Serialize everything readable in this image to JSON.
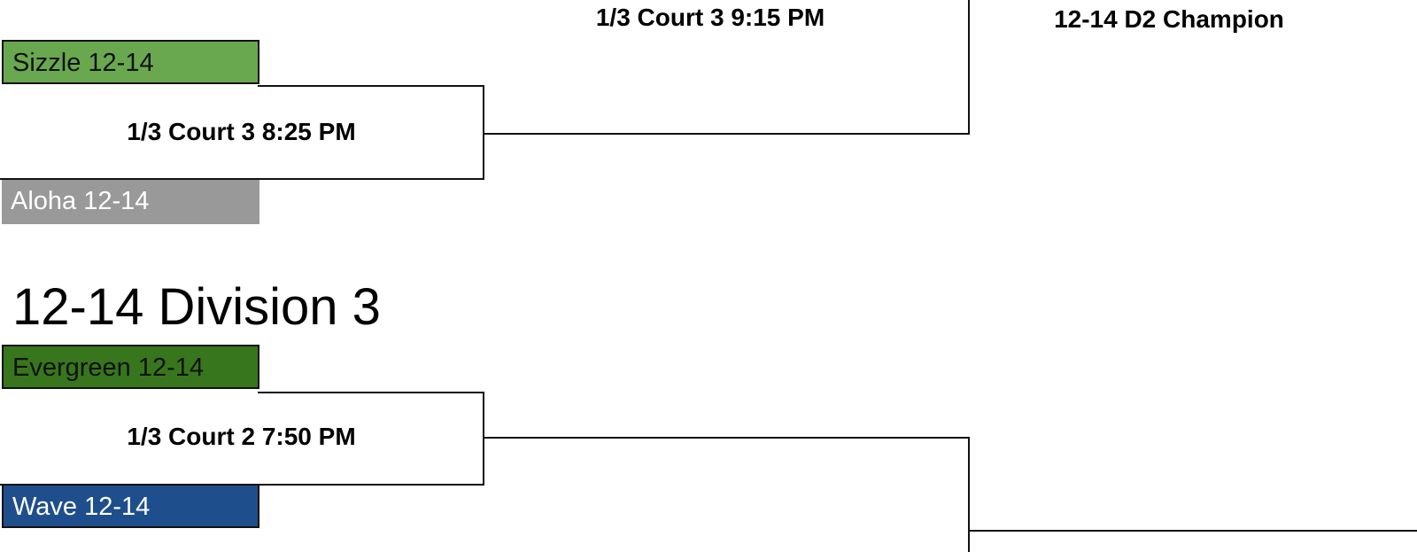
{
  "top_bracket": {
    "final_label": "1/3 Court 3 9:15 PM",
    "champion_label": "12-14 D2 Champion",
    "game_label": "1/3 Court 3 8:25 PM",
    "teams": [
      {
        "name": "Sizzle 12-14",
        "color": "#6aa84f",
        "text_color": "#111111"
      },
      {
        "name": "Aloha 12-14",
        "color": "#999999",
        "text_color": "#ffffff"
      }
    ]
  },
  "division3": {
    "title": "12-14 Division 3",
    "game_label": "1/3 Court 2 7:50 PM",
    "teams": [
      {
        "name": "Evergreen 12-14",
        "color": "#38761d",
        "text_color": "#111111"
      },
      {
        "name": "Wave 12-14",
        "color": "#1f4e8c",
        "text_color": "#ffffff"
      }
    ]
  }
}
